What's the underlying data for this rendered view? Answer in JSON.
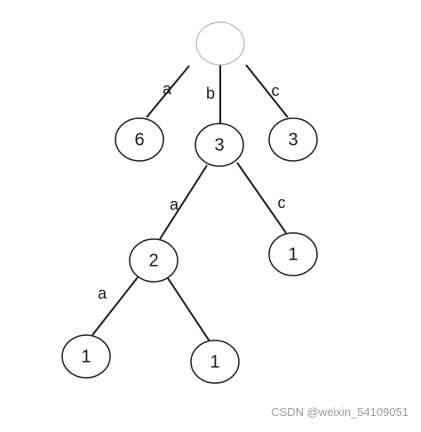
{
  "diagram": {
    "nodes": [
      {
        "id": "root",
        "label": ""
      },
      {
        "id": "n_a",
        "label": "6"
      },
      {
        "id": "n_b",
        "label": "3"
      },
      {
        "id": "n_c",
        "label": "3"
      },
      {
        "id": "n_ba",
        "label": "2"
      },
      {
        "id": "n_bc",
        "label": "1"
      },
      {
        "id": "n_baa",
        "label": "1"
      },
      {
        "id": "n_bab",
        "label": "1"
      }
    ],
    "edges": [
      {
        "from": "root",
        "to": "n_a",
        "label": "a"
      },
      {
        "from": "root",
        "to": "n_b",
        "label": "b"
      },
      {
        "from": "root",
        "to": "n_c",
        "label": "c"
      },
      {
        "from": "n_b",
        "to": "n_ba",
        "label": "a"
      },
      {
        "from": "n_b",
        "to": "n_bc",
        "label": "c"
      },
      {
        "from": "n_ba",
        "to": "n_baa",
        "label": "a"
      },
      {
        "from": "n_ba",
        "to": "n_bab",
        "label": ""
      }
    ]
  },
  "watermark": "CSDN @weixin_54109051",
  "colors": {
    "line": "#1a1a1a",
    "root_stroke": "#b5b5b5",
    "node_stroke": "#1a1a1a",
    "fill": "#ffffff"
  }
}
